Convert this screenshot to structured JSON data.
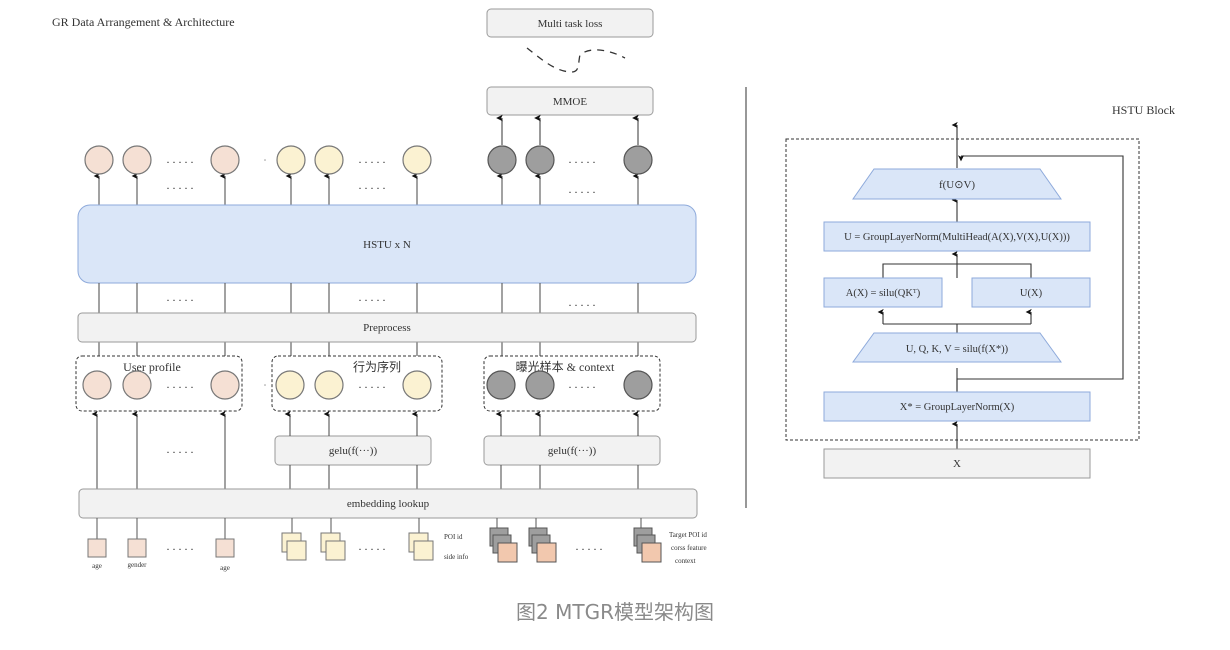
{
  "left": {
    "title": "GR Data Arrangement & Architecture",
    "multi_task_loss": "Multi task loss",
    "mmoe": "MMOE",
    "hstu": "HSTU x N",
    "preprocess": "Preprocess",
    "groups": [
      {
        "label": "User profile",
        "color": "#f5e0d4"
      },
      {
        "label": "行为序列",
        "color": "#fbf2d2"
      },
      {
        "label": "曝光样本 & context",
        "color": "#9e9e9e"
      }
    ],
    "gelu_1": "gelu(f(···))",
    "gelu_2": "gelu(f(···))",
    "embedding": "embedding lookup",
    "ellipsis": ". . . . .",
    "inputs": {
      "profile_labels": [
        "age",
        "gender",
        "age"
      ],
      "seq_labels": [
        "POI id",
        "side info"
      ],
      "target_labels": [
        "Target POI id",
        "corss feature",
        "context"
      ]
    }
  },
  "right": {
    "title": "HSTU Block",
    "f_uv": "f(U⊙V)",
    "u_norm": "U = GroupLayerNorm(MultiHead(A(X),V(X),U(X)))",
    "ax": "A(X) = silu(QKᵀ)",
    "ux": "U(X)",
    "uqkv": "U, Q, K, V = silu(f(X*))",
    "xstar": "X* = GroupLayerNorm(X)",
    "x": "X"
  },
  "colors": {
    "blue_fill": "#dae6f8",
    "blue_stroke": "#8eaadb",
    "gray_fill": "#f2f2f2",
    "gray_stroke": "#9a9a9a",
    "line": "#555555"
  },
  "caption": "图2 MTGR模型架构图"
}
